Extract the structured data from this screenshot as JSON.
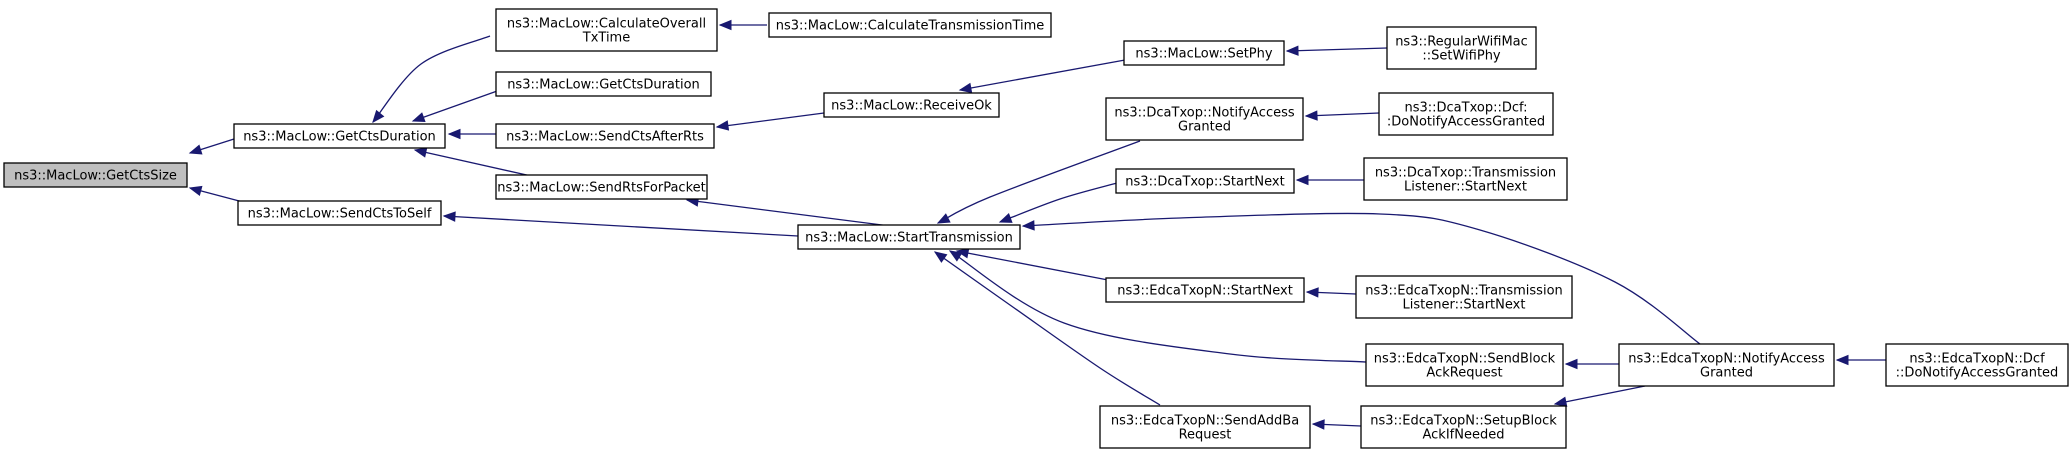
{
  "graph": {
    "title": "",
    "colors": {
      "edge": "#191970",
      "root_fill": "#bfbfbf",
      "node_fill": "#ffffff",
      "border": "#000000"
    },
    "nodes": [
      {
        "id": "getctssize",
        "lines": [
          "ns3::MacLow::GetCtsSize"
        ],
        "root": true
      },
      {
        "id": "getctsduration_main",
        "lines": [
          "ns3::MacLow::GetCtsDuration"
        ]
      },
      {
        "id": "sendctstoself",
        "lines": [
          "ns3::MacLow::SendCtsToSelf"
        ]
      },
      {
        "id": "calcoverall",
        "lines": [
          "ns3::MacLow::CalculateOverall",
          "TxTime"
        ]
      },
      {
        "id": "calctx",
        "lines": [
          "ns3::MacLow::CalculateTransmissionTime"
        ]
      },
      {
        "id": "getctsduration2",
        "lines": [
          "ns3::MacLow::GetCtsDuration"
        ]
      },
      {
        "id": "sendctsafterrts",
        "lines": [
          "ns3::MacLow::SendCtsAfterRts"
        ]
      },
      {
        "id": "sendrtsforpacket",
        "lines": [
          "ns3::MacLow::SendRtsForPacket"
        ]
      },
      {
        "id": "receiveok",
        "lines": [
          "ns3::MacLow::ReceiveOk"
        ]
      },
      {
        "id": "setphy",
        "lines": [
          "ns3::MacLow::SetPhy"
        ]
      },
      {
        "id": "regularsetwifiphy",
        "lines": [
          "ns3::RegularWifiMac",
          "::SetWifiPhy"
        ]
      },
      {
        "id": "starttransmission",
        "lines": [
          "ns3::MacLow::StartTransmission"
        ]
      },
      {
        "id": "dcanotify",
        "lines": [
          "ns3::DcaTxop::NotifyAccess",
          "Granted"
        ]
      },
      {
        "id": "dcadcf",
        "lines": [
          "ns3::DcaTxop::Dcf:",
          ":DoNotifyAccessGranted"
        ]
      },
      {
        "id": "dcastartnext",
        "lines": [
          "ns3::DcaTxop::StartNext"
        ]
      },
      {
        "id": "dcatranslistener",
        "lines": [
          "ns3::DcaTxop::Transmission",
          "Listener::StartNext"
        ]
      },
      {
        "id": "edcastartnext",
        "lines": [
          "ns3::EdcaTxopN::StartNext"
        ]
      },
      {
        "id": "edcatranslistener",
        "lines": [
          "ns3::EdcaTxopN::Transmission",
          "Listener::StartNext"
        ]
      },
      {
        "id": "edcasendblockack",
        "lines": [
          "ns3::EdcaTxopN::SendBlock",
          "AckRequest"
        ]
      },
      {
        "id": "edcanotify",
        "lines": [
          "ns3::EdcaTxopN::NotifyAccess",
          "Granted"
        ]
      },
      {
        "id": "edcadcf",
        "lines": [
          "ns3::EdcaTxopN::Dcf",
          "::DoNotifyAccessGranted"
        ]
      },
      {
        "id": "edcasendaddba",
        "lines": [
          "ns3::EdcaTxopN::SendAddBa",
          "Request"
        ]
      },
      {
        "id": "edcasetupblockack",
        "lines": [
          "ns3::EdcaTxopN::SetupBlock",
          "AckIfNeeded"
        ]
      }
    ],
    "edges": [
      {
        "from": "getctsduration_main",
        "to": "getctssize"
      },
      {
        "from": "sendctstoself",
        "to": "getctssize"
      },
      {
        "from": "calcoverall",
        "to": "getctsduration_main"
      },
      {
        "from": "getctsduration2",
        "to": "getctsduration_main"
      },
      {
        "from": "sendctsafterrts",
        "to": "getctsduration_main"
      },
      {
        "from": "sendrtsforpacket",
        "to": "getctsduration_main"
      },
      {
        "from": "calctx",
        "to": "calcoverall"
      },
      {
        "from": "receiveok",
        "to": "sendctsafterrts"
      },
      {
        "from": "setphy",
        "to": "receiveok"
      },
      {
        "from": "regularsetwifiphy",
        "to": "setphy"
      },
      {
        "from": "starttransmission",
        "to": "sendrtsforpacket"
      },
      {
        "from": "starttransmission",
        "to": "sendctstoself"
      },
      {
        "from": "dcanotify",
        "to": "starttransmission"
      },
      {
        "from": "dcastartnext",
        "to": "starttransmission"
      },
      {
        "from": "edcastartnext",
        "to": "starttransmission"
      },
      {
        "from": "edcasendblockack",
        "to": "starttransmission"
      },
      {
        "from": "edcasendaddba",
        "to": "starttransmission"
      },
      {
        "from": "edcanotify",
        "to": "starttransmission"
      },
      {
        "from": "dcadcf",
        "to": "dcanotify"
      },
      {
        "from": "dcatranslistener",
        "to": "dcastartnext"
      },
      {
        "from": "edcatranslistener",
        "to": "edcastartnext"
      },
      {
        "from": "edcanotify",
        "to": "edcasendblockack"
      },
      {
        "from": "edcasetupblockack",
        "to": "edcasendaddba"
      },
      {
        "from": "edcanotify",
        "to": "edcasetupblockack"
      },
      {
        "from": "edcadcf",
        "to": "edcanotify"
      }
    ]
  }
}
